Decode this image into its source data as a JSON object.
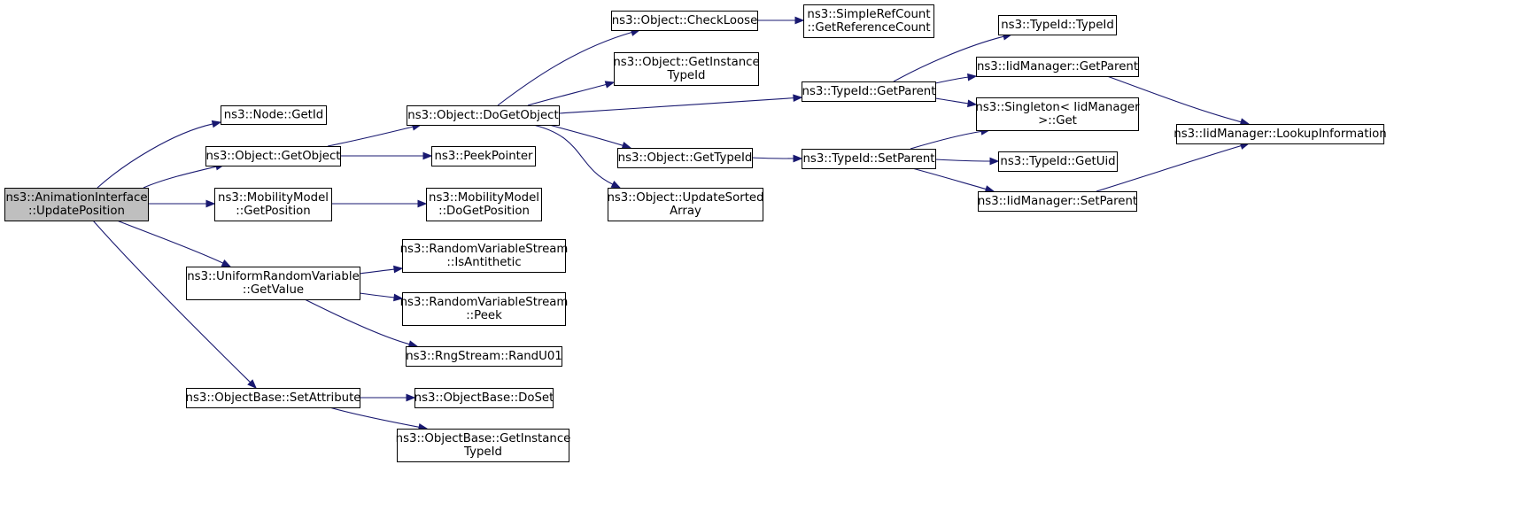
{
  "nodes": [
    {
      "id": "root",
      "lines": [
        "ns3::AnimationInterface",
        "::UpdatePosition"
      ],
      "root": true
    },
    {
      "id": "nodegetid",
      "lines": [
        "ns3::Node::GetId"
      ]
    },
    {
      "id": "objgetobject",
      "lines": [
        "ns3::Object::GetObject"
      ]
    },
    {
      "id": "mmgetposition",
      "lines": [
        "ns3::MobilityModel",
        "::GetPosition"
      ]
    },
    {
      "id": "urvgetvalue",
      "lines": [
        "ns3::UniformRandomVariable",
        "::GetValue"
      ]
    },
    {
      "id": "obsetattribute",
      "lines": [
        "ns3::ObjectBase::SetAttribute"
      ]
    },
    {
      "id": "dogetobject",
      "lines": [
        "ns3::Object::DoGetObject"
      ]
    },
    {
      "id": "peekpointer",
      "lines": [
        "ns3::PeekPointer"
      ]
    },
    {
      "id": "mmdogetposition",
      "lines": [
        "ns3::MobilityModel",
        "::DoGetPosition"
      ]
    },
    {
      "id": "rvsisantithetic",
      "lines": [
        "ns3::RandomVariableStream",
        "::IsAntithetic"
      ]
    },
    {
      "id": "rvspeek",
      "lines": [
        "ns3::RandomVariableStream",
        "::Peek"
      ]
    },
    {
      "id": "randu01",
      "lines": [
        "ns3::RngStream::RandU01"
      ]
    },
    {
      "id": "obdoset",
      "lines": [
        "ns3::ObjectBase::DoSet"
      ]
    },
    {
      "id": "obgetinstancetypeid",
      "lines": [
        "ns3::ObjectBase::GetInstance",
        "TypeId"
      ]
    },
    {
      "id": "checkloose",
      "lines": [
        "ns3::Object::CheckLoose"
      ]
    },
    {
      "id": "objgetinstancetypeid",
      "lines": [
        "ns3::Object::GetInstance",
        "TypeId"
      ]
    },
    {
      "id": "objgettypeid",
      "lines": [
        "ns3::Object::GetTypeId"
      ]
    },
    {
      "id": "updatesorted",
      "lines": [
        "ns3::Object::UpdateSorted",
        "Array"
      ]
    },
    {
      "id": "getrefcount",
      "lines": [
        "ns3::SimpleRefCount",
        "::GetReferenceCount"
      ]
    },
    {
      "id": "tidgetparent",
      "lines": [
        "ns3::TypeId::GetParent"
      ]
    },
    {
      "id": "tidsetparent",
      "lines": [
        "ns3::TypeId::SetParent"
      ]
    },
    {
      "id": "tidtypeid",
      "lines": [
        "ns3::TypeId::TypeId"
      ]
    },
    {
      "id": "iidgetparent",
      "lines": [
        "ns3::IidManager::GetParent"
      ]
    },
    {
      "id": "singletonget",
      "lines": [
        "ns3::Singleton< IidManager",
        ">::Get"
      ]
    },
    {
      "id": "tidgetuid",
      "lines": [
        "ns3::TypeId::GetUid"
      ]
    },
    {
      "id": "iidsetparent",
      "lines": [
        "ns3::IidManager::SetParent"
      ]
    },
    {
      "id": "lookupinfo",
      "lines": [
        "ns3::IidManager::LookupInformation"
      ]
    }
  ],
  "edges": [
    {
      "from": "root",
      "to": "nodegetid"
    },
    {
      "from": "root",
      "to": "objgetobject"
    },
    {
      "from": "root",
      "to": "mmgetposition"
    },
    {
      "from": "root",
      "to": "urvgetvalue"
    },
    {
      "from": "root",
      "to": "obsetattribute"
    },
    {
      "from": "objgetobject",
      "to": "dogetobject"
    },
    {
      "from": "objgetobject",
      "to": "peekpointer"
    },
    {
      "from": "mmgetposition",
      "to": "mmdogetposition"
    },
    {
      "from": "urvgetvalue",
      "to": "rvsisantithetic"
    },
    {
      "from": "urvgetvalue",
      "to": "rvspeek"
    },
    {
      "from": "urvgetvalue",
      "to": "randu01"
    },
    {
      "from": "obsetattribute",
      "to": "obdoset"
    },
    {
      "from": "obsetattribute",
      "to": "obgetinstancetypeid"
    },
    {
      "from": "dogetobject",
      "to": "checkloose"
    },
    {
      "from": "dogetobject",
      "to": "objgetinstancetypeid"
    },
    {
      "from": "dogetobject",
      "to": "tidgetparent"
    },
    {
      "from": "dogetobject",
      "to": "objgettypeid"
    },
    {
      "from": "dogetobject",
      "to": "updatesorted"
    },
    {
      "from": "checkloose",
      "to": "getrefcount"
    },
    {
      "from": "objgettypeid",
      "to": "tidsetparent"
    },
    {
      "from": "tidgetparent",
      "to": "tidtypeid"
    },
    {
      "from": "tidgetparent",
      "to": "iidgetparent"
    },
    {
      "from": "tidgetparent",
      "to": "singletonget"
    },
    {
      "from": "tidsetparent",
      "to": "singletonget"
    },
    {
      "from": "tidsetparent",
      "to": "tidgetuid"
    },
    {
      "from": "tidsetparent",
      "to": "iidsetparent"
    },
    {
      "from": "iidgetparent",
      "to": "lookupinfo"
    },
    {
      "from": "iidsetparent",
      "to": "lookupinfo"
    }
  ],
  "colors": {
    "edge": "#191970",
    "root_fill": "#bfbfbf",
    "node_fill": "#ffffff",
    "border": "#000000"
  }
}
